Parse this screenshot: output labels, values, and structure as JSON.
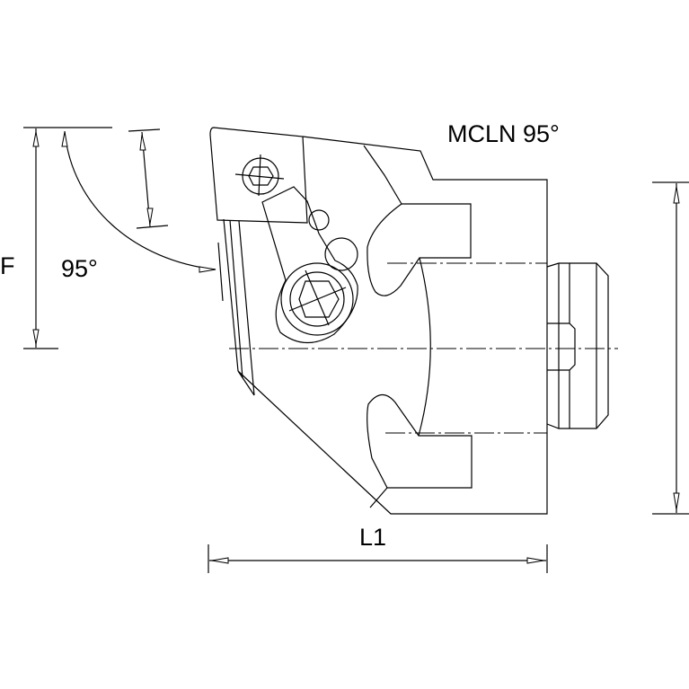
{
  "drawing": {
    "title": "MCLN 95°",
    "dimensions": {
      "F": "F",
      "angle": "95°",
      "L1": "L1"
    },
    "colors": {
      "line": "#000000",
      "background": "#ffffff"
    }
  }
}
